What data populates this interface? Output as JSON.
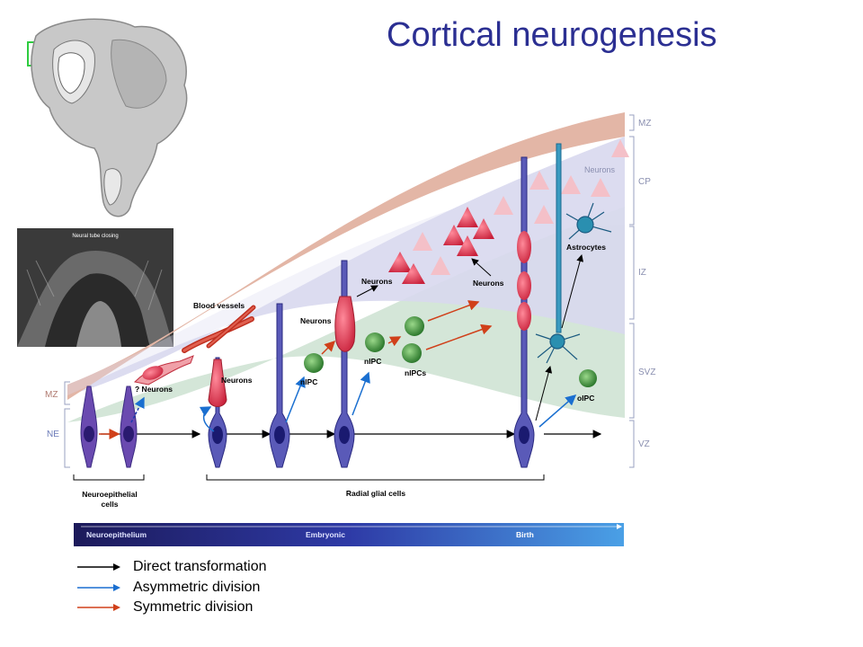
{
  "title": "Cortical neurogenesis",
  "inset_photo_caption": "Neural tube closing",
  "zones_right": [
    "MZ",
    "CP",
    "IZ",
    "SVZ",
    "VZ"
  ],
  "zones_left": [
    "MZ",
    "NE"
  ],
  "cell_labels": {
    "neurons_cp": "Neurons",
    "neurons_main": "Neurons",
    "neurons_mid": "Neurons",
    "neurons_left": "Neurons",
    "neurons_top": "Neurons",
    "q_neurons": "? Neurons",
    "blood_vessels": "Blood vessels",
    "nipc_1": "nIPC",
    "nipc_2": "nIPC",
    "nipcs": "nIPCs",
    "astrocytes": "Astrocytes",
    "oipc": "oIPC"
  },
  "bracket_labels": {
    "neuroepithelial": [
      "Neuroepithelial",
      "cells"
    ],
    "radial_glial": "Radial glial cells"
  },
  "timeline": {
    "start": "Neuroepithelium",
    "middle": "Embryonic",
    "end": "Birth"
  },
  "legend": [
    {
      "label": "Direct transformation",
      "color": "#000000"
    },
    {
      "label": "Asymmetric division",
      "color": "#1a6fd0"
    },
    {
      "label": "Symmetric division",
      "color": "#d0401a"
    }
  ],
  "colors": {
    "title": "#2b2f92",
    "mz_band": "#e3b6a6",
    "cp_band": "#d8d8ee",
    "svz_band": "#d4e6d8",
    "radial_glia": "#5a5ab8",
    "neuron": "#e03850",
    "ipc": "#3a9a3a",
    "astrocyte": "#2a8fb0",
    "zone_text": "#8a8fb0"
  }
}
